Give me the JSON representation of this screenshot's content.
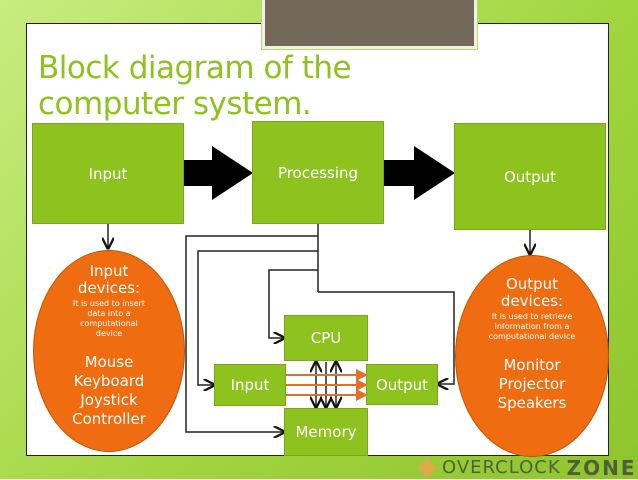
{
  "title": [
    "Block diagram of the",
    "computer system."
  ],
  "top_blocks": {
    "input": "Input",
    "processing": "Processing",
    "output": "Output"
  },
  "input_devices": {
    "heading": [
      "Input",
      "devices:"
    ],
    "desc": "It is used to insert data into a computational device",
    "items": [
      "Mouse",
      "Keyboard",
      "Joystick",
      "Controller"
    ]
  },
  "output_devices": {
    "heading": [
      "Output",
      "devices:"
    ],
    "desc": "It is used to retrieve information from a computational device",
    "items": [
      "Monitor",
      "Projector",
      "Speakers"
    ]
  },
  "inner": {
    "cpu": "CPU",
    "input": "Input",
    "output": "Output",
    "memory": "Memory"
  },
  "watermark": [
    "OVERCLOCK",
    "ZONE"
  ],
  "colors": {
    "green": "#8dc21f",
    "orange": "#f06c10",
    "gray": "#736859"
  }
}
